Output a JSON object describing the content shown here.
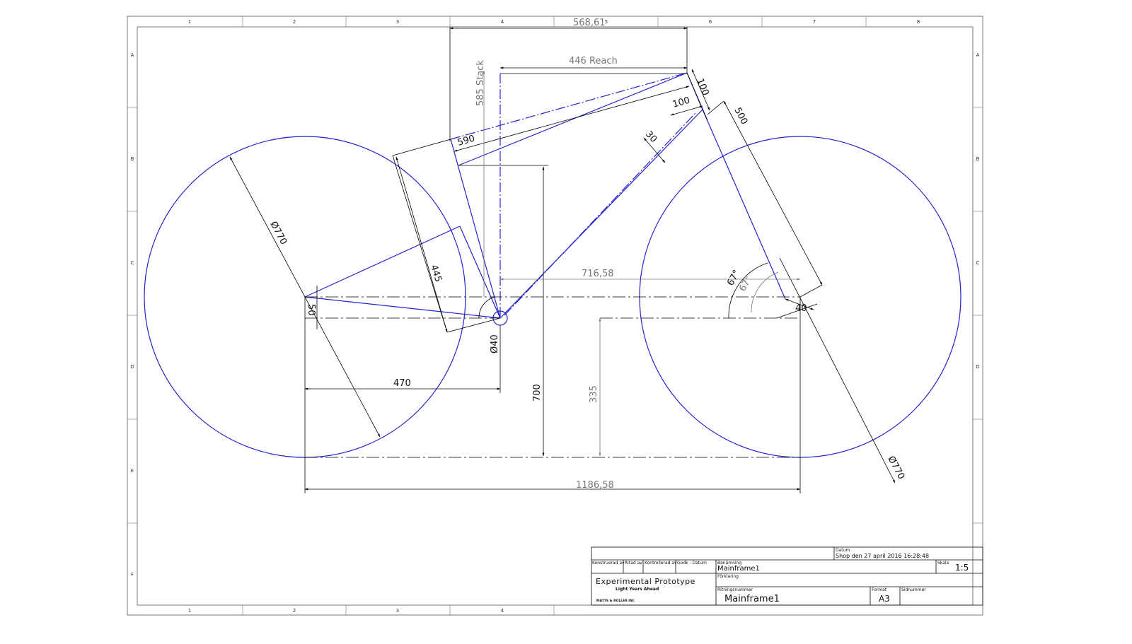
{
  "sheet": {
    "column_labels": [
      "1",
      "2",
      "3",
      "4",
      "5",
      "6",
      "7",
      "8"
    ],
    "row_labels": [
      "A",
      "B",
      "C",
      "D",
      "E",
      "F"
    ]
  },
  "dimensions": {
    "overall_length": "568,61",
    "reach": "446 Reach",
    "stack": "585 Stack",
    "head_tube_100": "100",
    "stem_100": "100",
    "fork_500": "500",
    "top_tube_590": "590",
    "tube_30": "30",
    "rear_wheel_dia": "Ø770",
    "front_wheel_dia": "Ø770",
    "seat_tube_445": "445",
    "bb_drop_50": "50",
    "bb_dia": "Ø40",
    "front_center": "716,58",
    "head_angle_a": "67°",
    "head_angle_b": "67°",
    "fork_offset": "40",
    "chainstay": "470",
    "bb_height_700": "700",
    "axle_height_335": "335",
    "wheelbase": "1186,58"
  },
  "title_block": {
    "date_label": "Datum",
    "date_value": "Shop den 27 april 2016 16:28:48",
    "konstr_label": "Konstruerad av",
    "ritad_label": "Ritad av",
    "kontroll_label": "Kontrollerad av",
    "godk_label": "Godk - Datum",
    "benamning_label": "Benämning",
    "benamning_value": "Mainframe1",
    "forklaring_label": "Förklaring",
    "company_name": "Experimental Prototype",
    "company_tagline": "Light Years Ahead",
    "company_small": "MATTS & ROLLER INC",
    "ritningsnummer_label": "Ritningsnummer",
    "ritningsnummer_value": "Mainframe1",
    "skala_label": "Skala",
    "skala_value": "1:5",
    "format_label": "Format",
    "format_value": "A3",
    "sidnummer_label": "Sidnummer"
  },
  "colors": {
    "frame": "#2222cc",
    "dimension": "#000000",
    "grey_dimension": "#777777"
  }
}
